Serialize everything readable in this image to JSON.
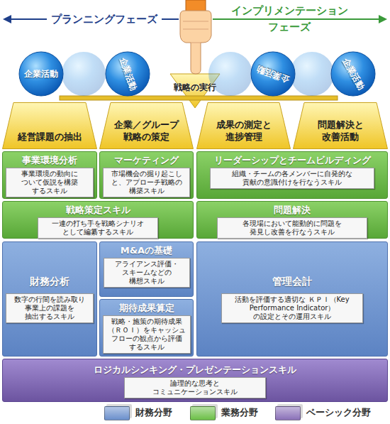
{
  "diagram": {
    "nodes": [
      {
        "text": [
          "企業活動"
        ]
      },
      {
        "text": [
          "企業活動"
        ]
      },
      {
        "text": [
          "企業活動"
        ]
      },
      {
        "text": [
          "企業活動"
        ]
      },
      {
        "text": [
          "経営課題の抽出"
        ]
      },
      {
        "text": [
          "企業／グループ 戦略の策定"
        ]
      },
      {
        "text": [
          "成果の測定と 進捗管理"
        ]
      },
      {
        "text": [
          "問題解決と 改善活動"
        ]
      },
      {
        "text": [
          "事業環境分析",
          "事業環境の動向に ついて仮説を構築 するスキル"
        ]
      },
      {
        "text": [
          "マーケティング",
          "市場機会の掘り起こし と、アプローチ戦略の 構築スキル"
        ]
      },
      {
        "text": [
          "リーダーシップとチームビルディング",
          "組織・チームの各メンバーに自発的な 貢献の意識付けを行なうスキル"
        ]
      },
      {
        "text": [
          "戦略策定スキル",
          "一連の打ち手を戦略シナリオ として編纂するスキル"
        ]
      },
      {
        "text": [
          "問題解決",
          "各現場において能動的に問題を 発見し改善を行なうスキル"
        ]
      },
      {
        "text": [
          "財務分析",
          "数字の行間を読み取り 事業上の課題を 抽出するスキル"
        ]
      },
      {
        "text": [
          "M&Aの基礎",
          "アライアンス評価・ スキームなどの 構想スキル"
        ]
      },
      {
        "text": [
          "期待成果算定",
          "戦略・施策の期待成果 （ＲＯＩ）をキャッシュ フローの観点から評価 するスキル"
        ]
      },
      {
        "text": [
          "管理会計",
          "活動を評価する適切な ＫＰＩ（Key Performance Indicator） の設定とその運用スキル"
        ]
      },
      {
        "text": [
          "ロジカルシンキング・プレゼンテーションスキル",
          "論理的な思考と コミュニケーションスキル"
        ]
      }
    ],
    "labels": [
      "プランニングフェーズ",
      "インプリメンテーション フェーズ",
      "戦略の実行"
    ],
    "legend": [
      {
        "text": "財務分野",
        "color": "#6a8fcc"
      },
      {
        "text": "業務分野",
        "color": "#6cbf47"
      },
      {
        "text": "ベーシック分野",
        "color": "#8a70b8"
      }
    ]
  }
}
